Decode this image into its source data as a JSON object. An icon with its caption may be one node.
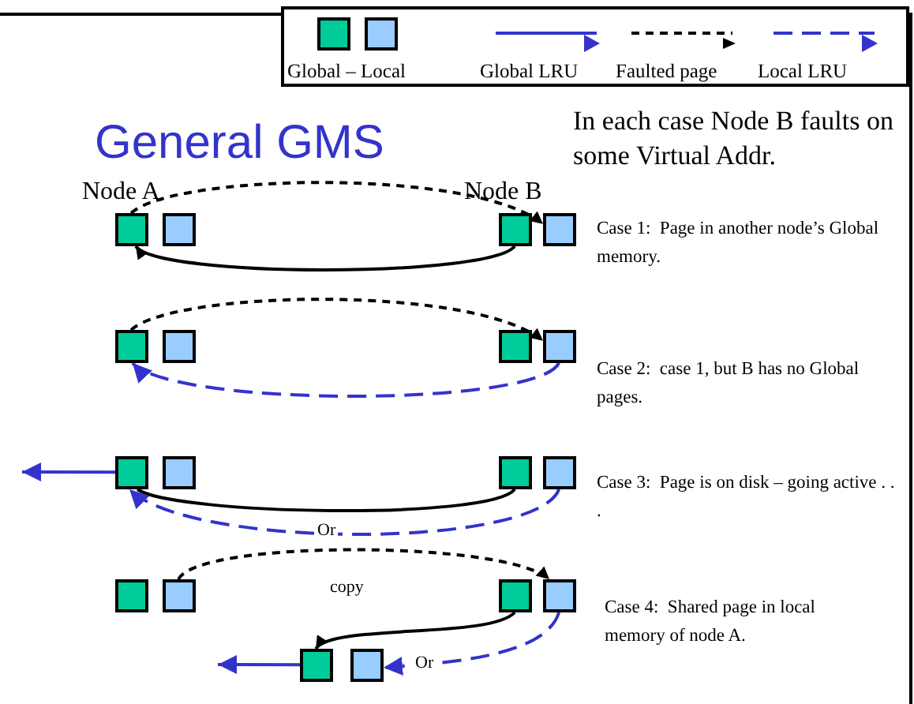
{
  "diagram": {
    "title": "General GMS",
    "nodes": [
      {
        "text": [],
        "shape": "box"
      },
      {
        "text": [],
        "shape": "box"
      },
      {
        "text": [],
        "shape": "box"
      },
      {
        "text": [],
        "shape": "box"
      },
      {
        "text": [],
        "shape": "box"
      },
      {
        "text": [],
        "shape": "box"
      },
      {
        "text": [],
        "shape": "box"
      },
      {
        "text": [],
        "shape": "box"
      },
      {
        "text": [],
        "shape": "box"
      },
      {
        "text": [],
        "shape": "box"
      },
      {
        "text": [],
        "shape": "box"
      },
      {
        "text": [],
        "shape": "box"
      },
      {
        "text": [],
        "shape": "box"
      },
      {
        "text": [],
        "shape": "box"
      },
      {
        "text": [],
        "shape": "box"
      },
      {
        "text": [],
        "shape": "box"
      },
      {
        "text": [],
        "shape": "box"
      },
      {
        "text": [],
        "shape": "box"
      }
    ],
    "edges": [
      {
        "from": 0,
        "to": 3,
        "arrow": "to",
        "style": "dashed"
      },
      {
        "from": 2,
        "to": 0,
        "arrow": "to"
      },
      {
        "from": 4,
        "to": 7,
        "arrow": "to",
        "style": "dashed"
      },
      {
        "from": 7,
        "to": 4,
        "arrow": "to",
        "style": "dashed",
        "color": "#3333cc"
      },
      {
        "from": 8,
        "to": null,
        "arrow": "to",
        "color": "#3333cc"
      },
      {
        "from": 10,
        "to": 8,
        "arrow": "none"
      },
      {
        "from": 11,
        "to": 8,
        "arrow": "to",
        "style": "dashed",
        "color": "#3333cc",
        "label": "Or"
      },
      {
        "from": 13,
        "to": 15,
        "arrow": "to",
        "style": "dashed",
        "label": "copy"
      },
      {
        "from": 14,
        "to": 16,
        "arrow": "to"
      },
      {
        "from": 15,
        "to": 17,
        "arrow": "to",
        "style": "dashed",
        "color": "#3333cc",
        "label": "Or"
      },
      {
        "from": 16,
        "to": null,
        "arrow": "to",
        "color": "#3333cc"
      }
    ],
    "labels": [
      "In each case Node B faults on some Virtual Addr.",
      "Node A",
      "Node B",
      "Case 1:  Page in another node’s Global memory.",
      "Case 2:  case 1, but B has no Global pages.",
      "Case 3:  Page is on disk – going active . . .",
      "Case 4:  Shared page in local memory of node A."
    ],
    "legend": [
      {
        "text": "Global – Local"
      },
      {
        "text": "Global LRU"
      },
      {
        "text": "Faulted page"
      },
      {
        "text": "Local LRU"
      }
    ]
  }
}
